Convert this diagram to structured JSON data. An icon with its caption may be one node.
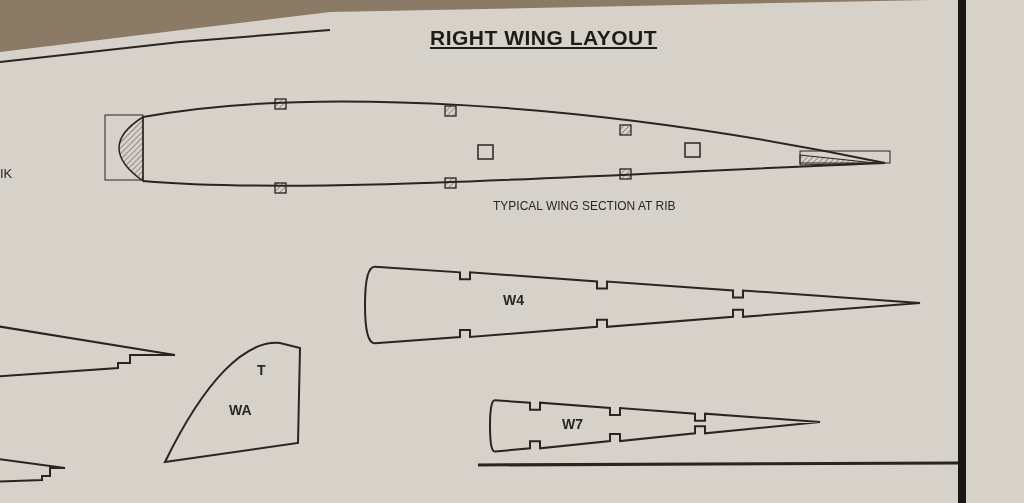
{
  "diagram": {
    "title": "RIGHT WING LAYOUT",
    "nodes": [
      {
        "text": [],
        "shape": "picture",
        "beside": [
          "TYPICAL WING SECTION AT RIB"
        ]
      },
      {
        "text": [],
        "shape": "picture"
      },
      {
        "text": [
          "W4"
        ]
      },
      {
        "text": [],
        "shape": "picture"
      },
      {
        "text": [
          "T",
          "WA"
        ]
      },
      {
        "text": [
          "W7"
        ]
      }
    ],
    "labels": [
      "IK"
    ]
  }
}
